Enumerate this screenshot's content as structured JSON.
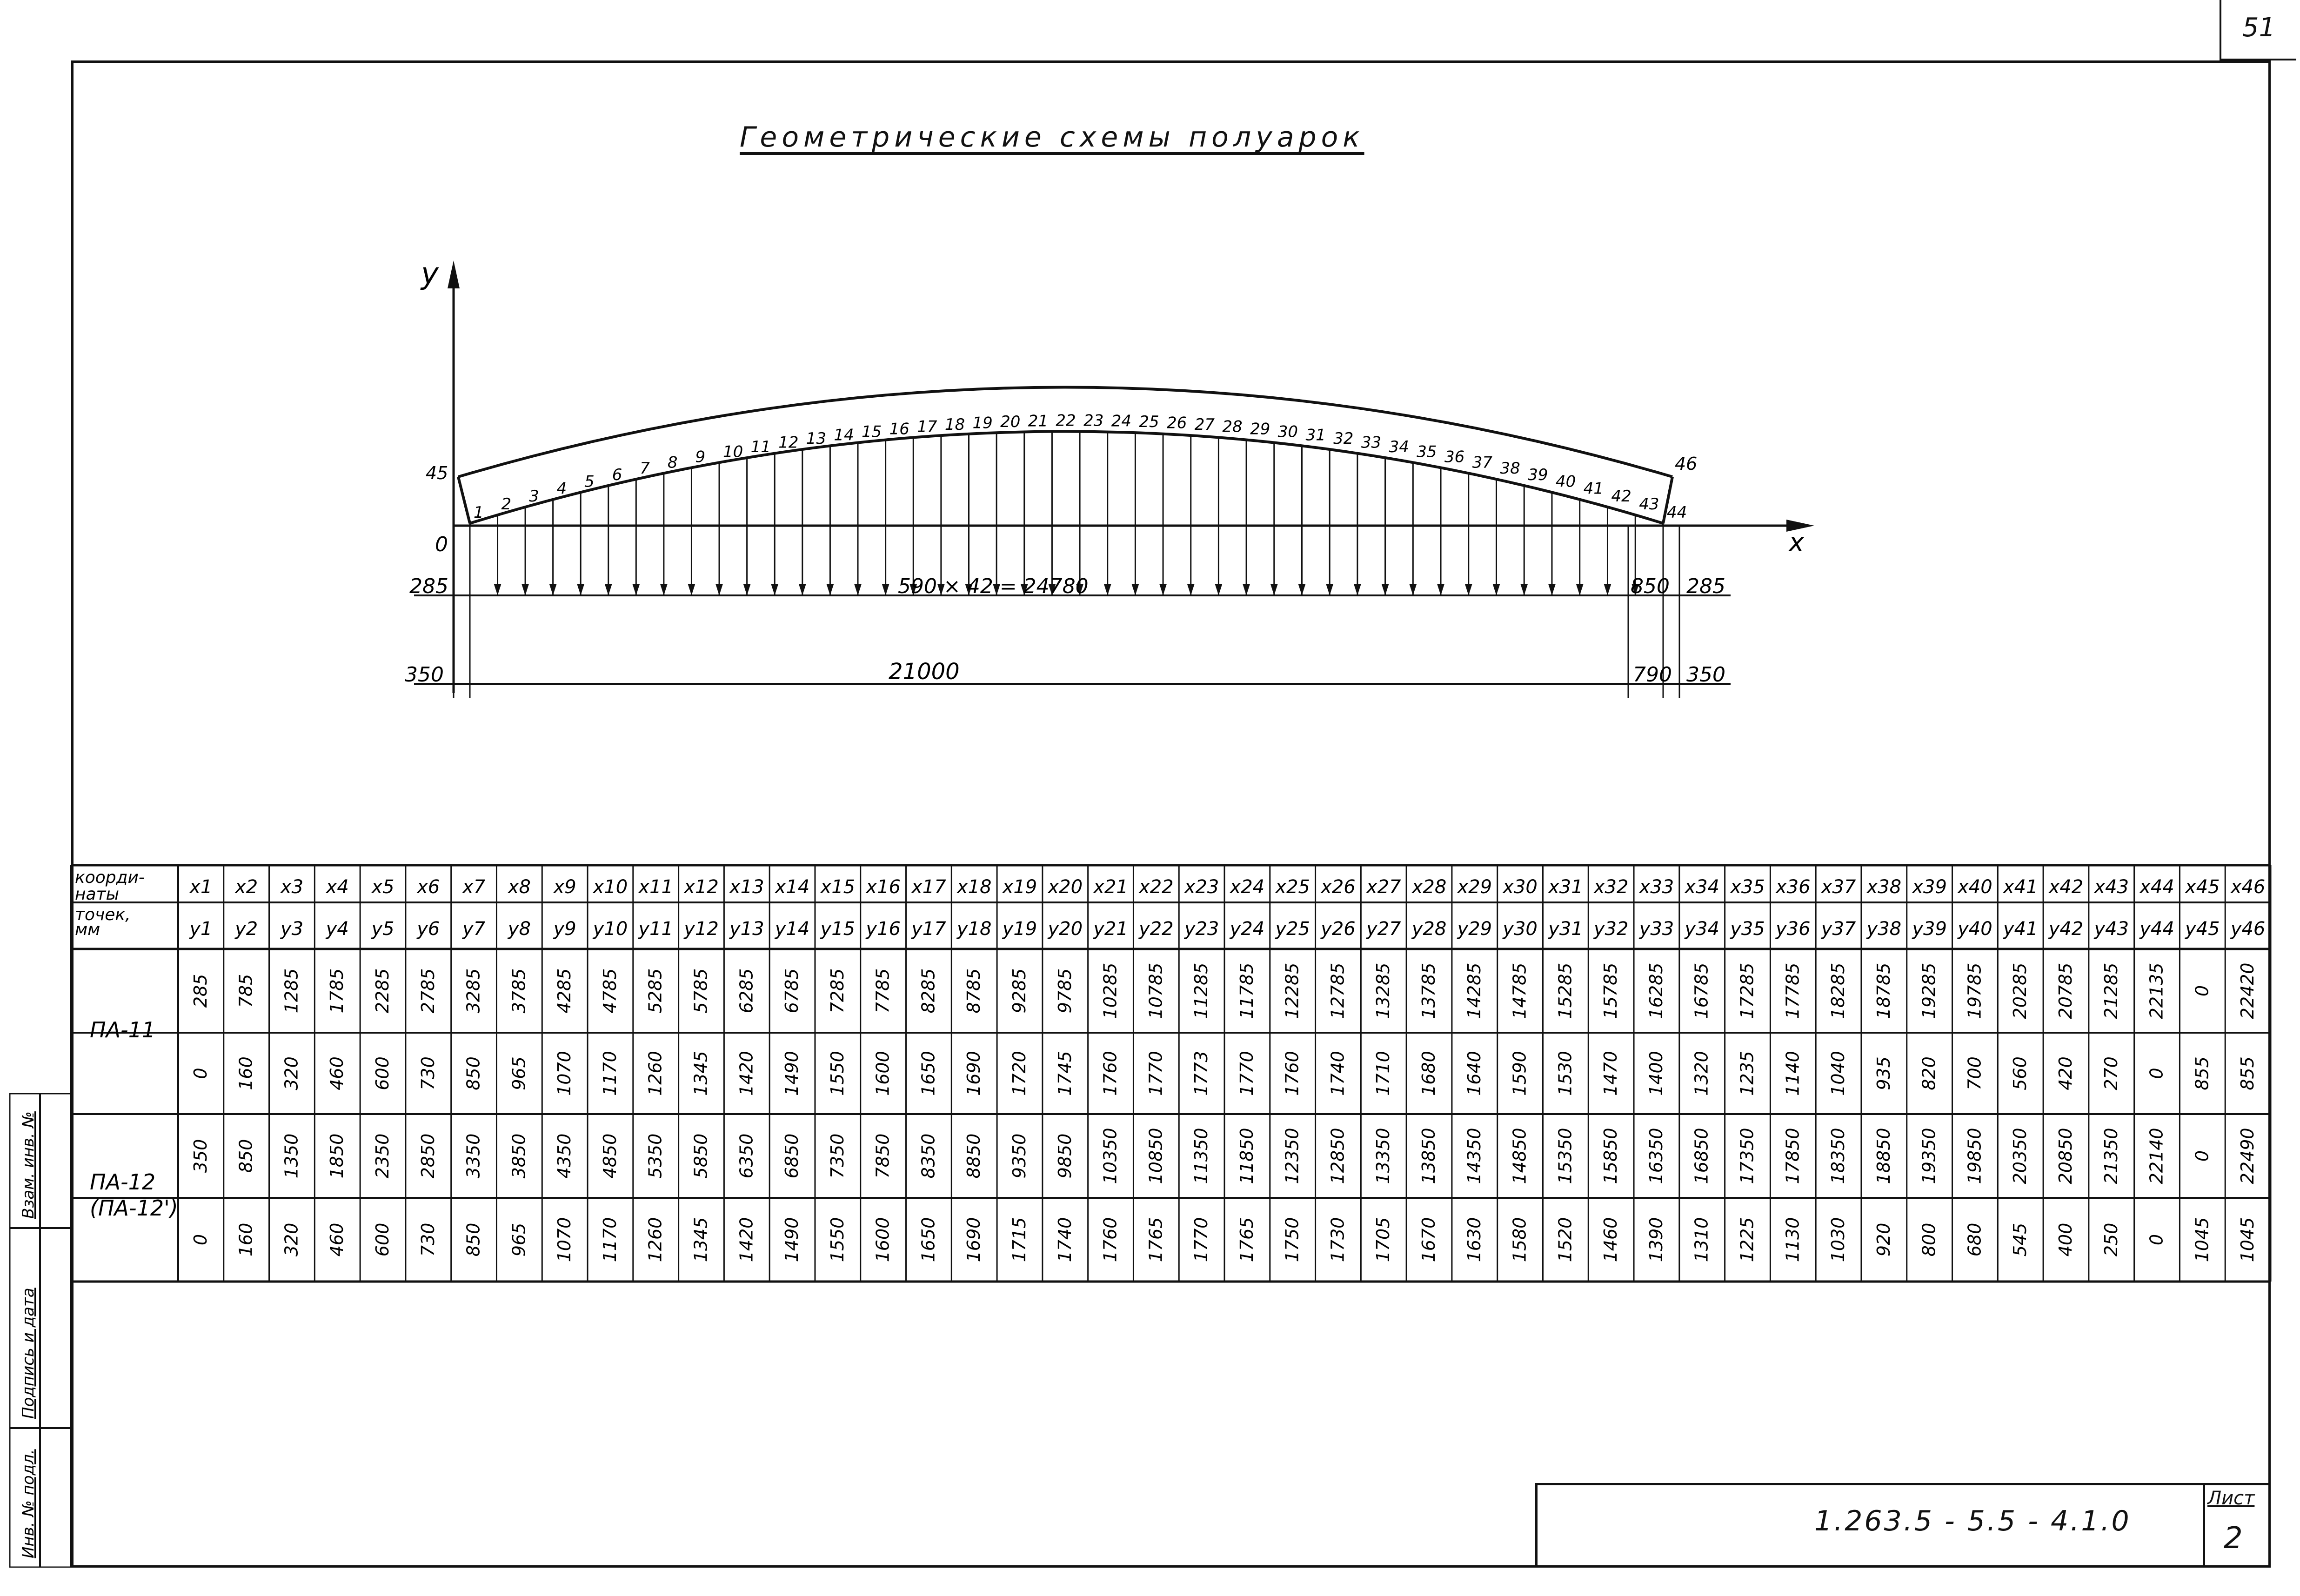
{
  "page_number": "51",
  "title": "Геометрические схемы полуарок",
  "diagram": {
    "y_axis_label": "y",
    "x_axis_label": "x",
    "origin_label": "0",
    "point_labels": [
      "1",
      "2",
      "3",
      "4",
      "5",
      "6",
      "7",
      "8",
      "9",
      "10",
      "11",
      "12",
      "13",
      "14",
      "15",
      "16",
      "17",
      "18",
      "19",
      "20",
      "21",
      "22",
      "23",
      "24",
      "25",
      "26",
      "27",
      "28",
      "29",
      "30",
      "31",
      "32",
      "33",
      "34",
      "35",
      "36",
      "37",
      "38",
      "39",
      "40",
      "41",
      "42",
      "43",
      "44",
      "45",
      "46"
    ],
    "dim_spacing": "590 × 42 = 24780",
    "dim_left_small": "285",
    "dim_right_mid": "850",
    "dim_right_small": "285",
    "dim_span": "21000",
    "dim_left_bottom": "350",
    "dim_right_bottom_mid": "790",
    "dim_right_bottom": "350"
  },
  "table": {
    "header_label_1": "коорди-\nнаты",
    "header_label_2": "точек,\nмм",
    "x_headers": [
      "x1",
      "x2",
      "x3",
      "x4",
      "x5",
      "x6",
      "x7",
      "x8",
      "x9",
      "x10",
      "x11",
      "x12",
      "x13",
      "x14",
      "x15",
      "x16",
      "x17",
      "x18",
      "x19",
      "x20",
      "x21",
      "x22",
      "x23",
      "x24",
      "x25",
      "x26",
      "x27",
      "x28",
      "x29",
      "x30",
      "x31",
      "x32",
      "x33",
      "x34",
      "x35",
      "x36",
      "x37",
      "x38",
      "x39",
      "x40",
      "x41",
      "x42",
      "x43",
      "x44",
      "x45",
      "x46"
    ],
    "y_headers": [
      "y1",
      "y2",
      "y3",
      "y4",
      "y5",
      "y6",
      "y7",
      "y8",
      "y9",
      "y10",
      "y11",
      "y12",
      "y13",
      "y14",
      "y15",
      "y16",
      "y17",
      "y18",
      "y19",
      "y20",
      "y21",
      "y22",
      "y23",
      "y24",
      "y25",
      "y26",
      "y27",
      "y28",
      "y29",
      "y30",
      "y31",
      "y32",
      "y33",
      "y34",
      "y35",
      "y36",
      "y37",
      "y38",
      "y39",
      "y40",
      "y41",
      "y42",
      "y43",
      "y44",
      "y45",
      "y46"
    ],
    "rows": [
      {
        "label": "ПА-11",
        "x": [
          "285",
          "785",
          "1285",
          "1785",
          "2285",
          "2785",
          "3285",
          "3785",
          "4285",
          "4785",
          "5285",
          "5785",
          "6285",
          "6785",
          "7285",
          "7785",
          "8285",
          "8785",
          "9285",
          "9785",
          "10285",
          "10785",
          "11285",
          "11785",
          "12285",
          "12785",
          "13285",
          "13785",
          "14285",
          "14785",
          "15285",
          "15785",
          "16285",
          "16785",
          "17285",
          "17785",
          "18285",
          "18785",
          "19285",
          "19785",
          "20285",
          "20785",
          "21285",
          "22135",
          "0",
          "22420"
        ],
        "y": [
          "0",
          "160",
          "320",
          "460",
          "600",
          "730",
          "850",
          "965",
          "1070",
          "1170",
          "1260",
          "1345",
          "1420",
          "1490",
          "1550",
          "1600",
          "1650",
          "1690",
          "1720",
          "1745",
          "1760",
          "1770",
          "1773",
          "1770",
          "1760",
          "1740",
          "1710",
          "1680",
          "1640",
          "1590",
          "1530",
          "1470",
          "1400",
          "1320",
          "1235",
          "1140",
          "1040",
          "935",
          "820",
          "700",
          "560",
          "420",
          "270",
          "0",
          "855",
          "855"
        ]
      },
      {
        "label": "ПА-12\n(ПА-12')",
        "x": [
          "350",
          "850",
          "1350",
          "1850",
          "2350",
          "2850",
          "3350",
          "3850",
          "4350",
          "4850",
          "5350",
          "5850",
          "6350",
          "6850",
          "7350",
          "7850",
          "8350",
          "8850",
          "9350",
          "9850",
          "10350",
          "10850",
          "11350",
          "11850",
          "12350",
          "12850",
          "13350",
          "13850",
          "14350",
          "14850",
          "15350",
          "15850",
          "16350",
          "16850",
          "17350",
          "17850",
          "18350",
          "18850",
          "19350",
          "19850",
          "20350",
          "20850",
          "21350",
          "22140",
          "0",
          "22490"
        ],
        "y": [
          "0",
          "160",
          "320",
          "460",
          "600",
          "730",
          "850",
          "965",
          "1070",
          "1170",
          "1260",
          "1345",
          "1420",
          "1490",
          "1550",
          "1600",
          "1650",
          "1690",
          "1715",
          "1740",
          "1760",
          "1765",
          "1770",
          "1765",
          "1750",
          "1730",
          "1705",
          "1670",
          "1630",
          "1580",
          "1520",
          "1460",
          "1390",
          "1310",
          "1225",
          "1130",
          "1030",
          "920",
          "800",
          "680",
          "545",
          "400",
          "250",
          "0",
          "1045",
          "1045"
        ]
      }
    ]
  },
  "side_stamp": [
    "Инв. № подл.",
    "Подпись и дата",
    "Взам. инв. №"
  ],
  "title_block": {
    "document_code": "1.263.5 - 5.5  -  4.1.0",
    "sheet_label": "Лист",
    "sheet_number": "2"
  }
}
